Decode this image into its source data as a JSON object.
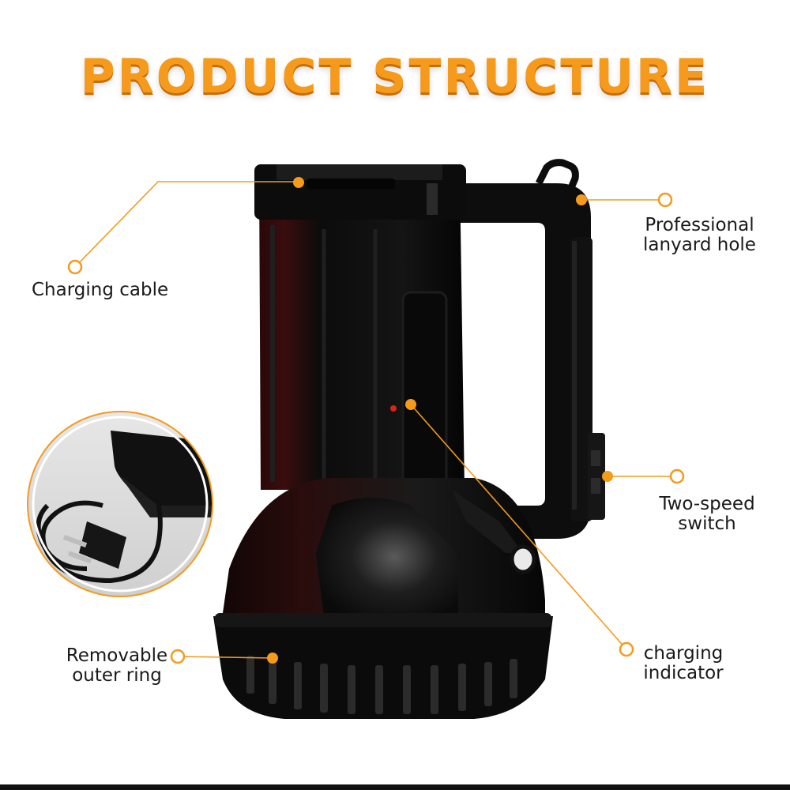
{
  "title": "PRODUCT STRUCTURE",
  "labels": {
    "charging_cable": "Charging cable",
    "lanyard_hole": [
      "Professional",
      "lanyard hole"
    ],
    "two_speed_switch": [
      "Two-speed",
      "switch"
    ],
    "removable_ring": [
      "Removable",
      "outer ring"
    ],
    "charging_indicator": [
      "charging",
      "indicator"
    ]
  },
  "colors": {
    "accent": "#f59a1b",
    "product": "#111111",
    "indicator_led": "#e0201a"
  }
}
